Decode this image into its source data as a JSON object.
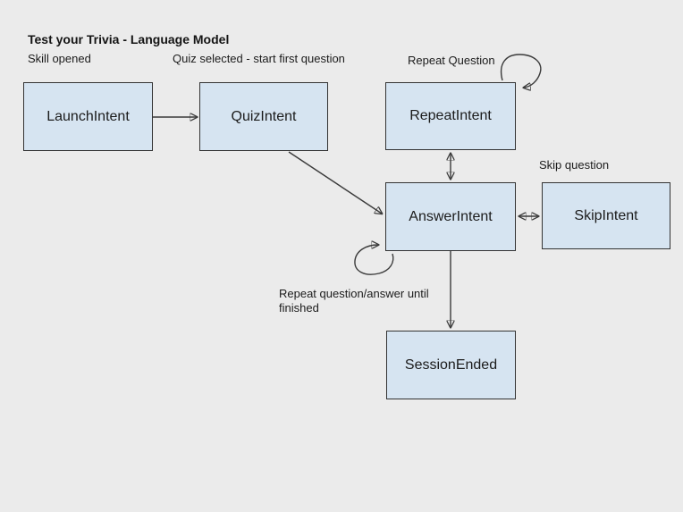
{
  "title": "Test your Trivia - Language Model",
  "colors": {
    "background": "#ebebeb",
    "node_fill": "#d6e4f1",
    "node_border": "#333333",
    "arrow": "#3a3a3a",
    "text": "#1b1b1b"
  },
  "nodes": {
    "launch": {
      "label": "LaunchIntent"
    },
    "quiz": {
      "label": "QuizIntent"
    },
    "repeat": {
      "label": "RepeatIntent"
    },
    "answer": {
      "label": "AnswerIntent"
    },
    "skip": {
      "label": "SkipIntent"
    },
    "session": {
      "label": "SessionEnded"
    }
  },
  "annotations": {
    "skill_opened": "Skill opened",
    "quiz_selected": "Quiz selected - start first question",
    "repeat_question": "Repeat Question",
    "skip_question": "Skip question",
    "repeat_until": "Repeat question/answer until finished"
  },
  "edges": [
    {
      "from": "LaunchIntent",
      "to": "QuizIntent",
      "type": "arrow"
    },
    {
      "from": "QuizIntent",
      "to": "AnswerIntent",
      "type": "arrow"
    },
    {
      "from": "RepeatIntent",
      "to": "AnswerIntent",
      "type": "double-arrow"
    },
    {
      "from": "AnswerIntent",
      "to": "SkipIntent",
      "type": "double-arrow"
    },
    {
      "from": "AnswerIntent",
      "to": "SessionEnded",
      "type": "arrow"
    },
    {
      "from": "RepeatIntent",
      "to": "RepeatIntent",
      "type": "self-loop"
    },
    {
      "from": "AnswerIntent",
      "to": "AnswerIntent",
      "type": "self-loop"
    }
  ]
}
